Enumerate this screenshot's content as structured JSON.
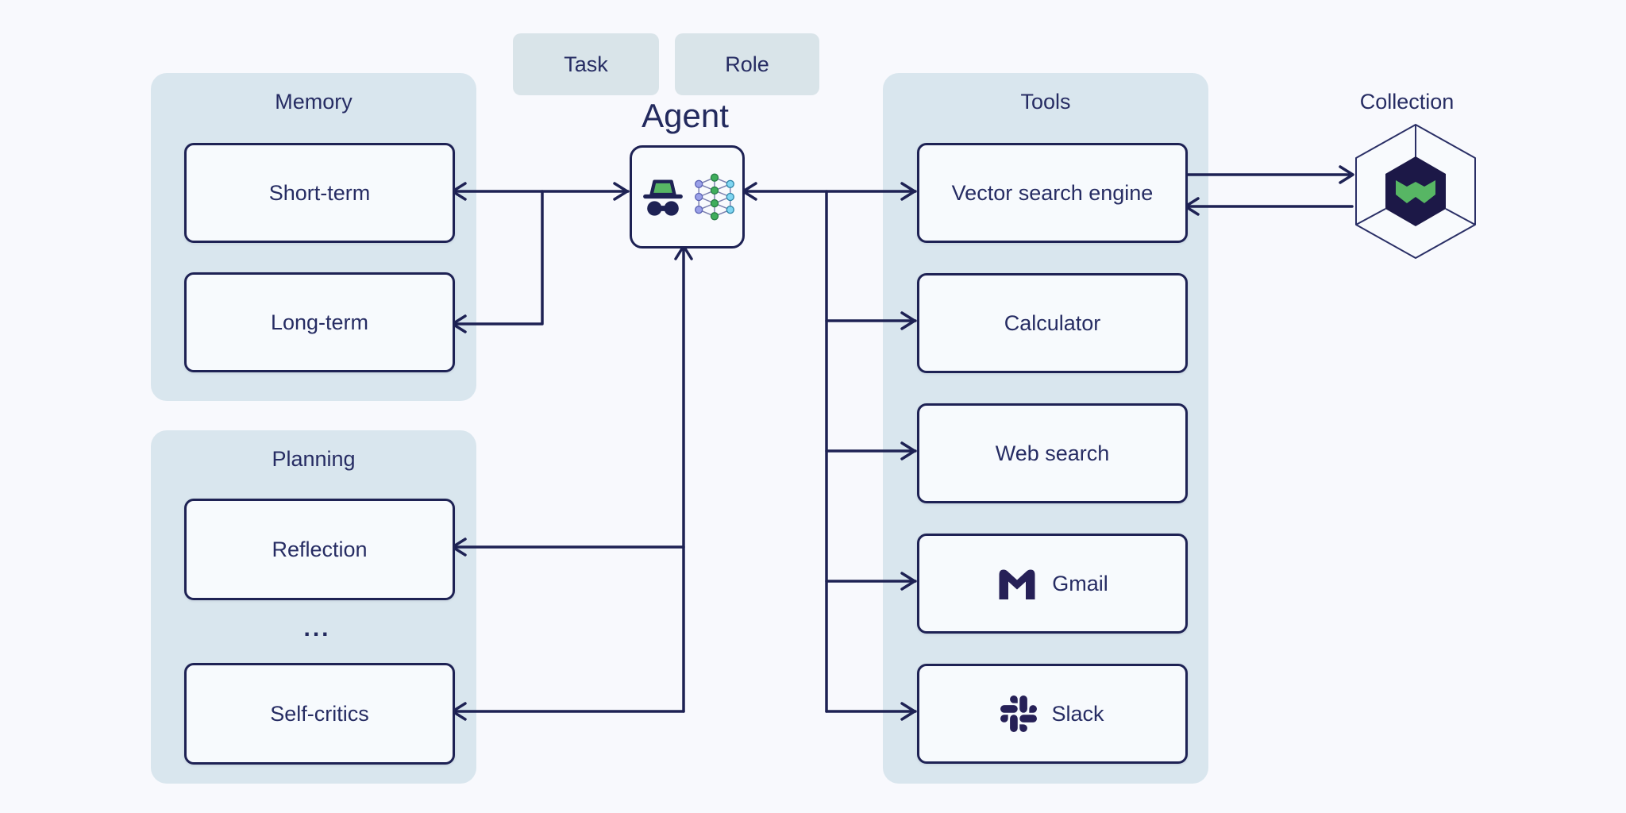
{
  "diagram": {
    "inputs": {
      "task_label": "Task",
      "role_label": "Role"
    },
    "agent": {
      "title": "Agent",
      "icons": [
        "incognito-icon",
        "neural-network-icon"
      ]
    },
    "memory": {
      "title": "Memory",
      "items": [
        {
          "label": "Short-term"
        },
        {
          "label": "Long-term"
        }
      ]
    },
    "planning": {
      "title": "Planning",
      "ellipsis": "...",
      "items": [
        {
          "label": "Reflection"
        },
        {
          "label": "Self-critics"
        }
      ]
    },
    "tools": {
      "title": "Tools",
      "items": [
        {
          "label": "Vector search engine"
        },
        {
          "label": "Calculator"
        },
        {
          "label": "Web search"
        },
        {
          "label": "Gmail",
          "icon": "gmail-icon"
        },
        {
          "label": "Slack",
          "icon": "slack-icon"
        }
      ]
    },
    "collection": {
      "title": "Collection",
      "logo": "weaviate-logo"
    },
    "colors": {
      "background": "#f8f9fd",
      "panel": "#d9e6ee",
      "button": "#d9e4e9",
      "box_fill": "#f7fafd",
      "line_navy": "#1e2254",
      "text_navy": "#262c63",
      "logo_hexagon": "#1c1847",
      "green": "#57b664",
      "cyan": "#7fd6f2",
      "purple": "#9aa0e8"
    }
  }
}
